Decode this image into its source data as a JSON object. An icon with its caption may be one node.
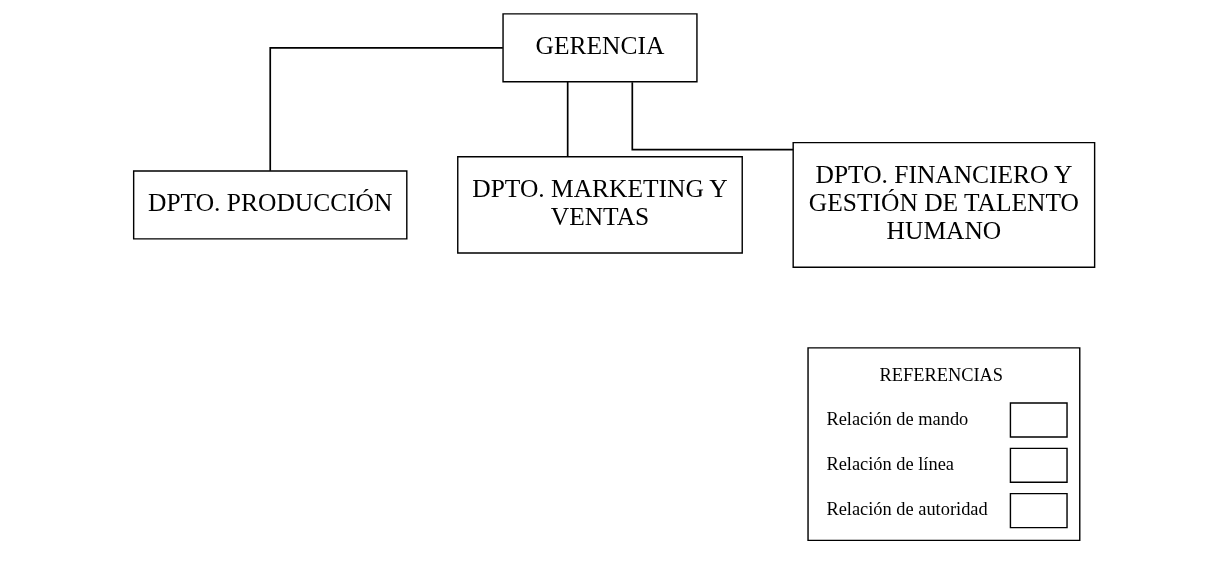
{
  "diagram": {
    "nodes": [
      {
        "text": [
          "GERENCIA"
        ]
      },
      {
        "text": [
          "DPTO. PRODUCCIÓN"
        ]
      },
      {
        "text": [
          "DPTO. MARKETING Y VENTAS"
        ]
      },
      {
        "text": [
          "DPTO. FINANCIERO Y GESTIÓN DE TALENTO HUMANO"
        ]
      }
    ],
    "edges": [
      {
        "from": 0,
        "to": 1,
        "arrow": "none"
      },
      {
        "from": 0,
        "to": 2,
        "arrow": "none"
      },
      {
        "from": 0,
        "to": 3,
        "arrow": "none"
      }
    ],
    "labels": [
      "REFERENCIAS"
    ],
    "legend": [
      {
        "text": "Relación de mando"
      },
      {
        "text": "Relación de línea"
      },
      {
        "text": "Relación de autoridad"
      }
    ]
  }
}
